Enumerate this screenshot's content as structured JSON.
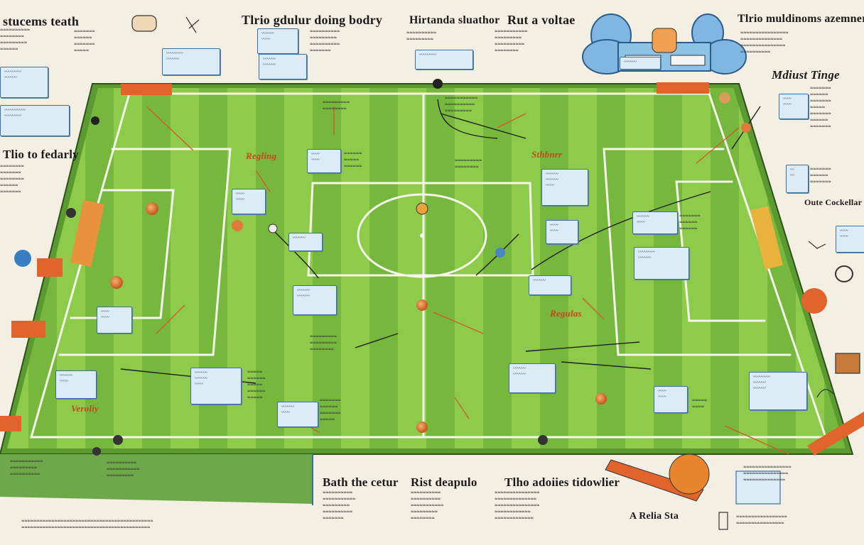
{
  "headings": {
    "top_left": "stucems teath",
    "top_center_left": "Tlrio gdulur doing bodry",
    "top_center": "Hirtanda sluathor",
    "top_center_right": "Rut a voltae",
    "top_right": "Tlrio muldinoms azemner",
    "right_upper": "Mdiust Tinge",
    "left_mid": "Tlio to fedarly",
    "bottom_left_center": "Bath the cetur",
    "bottom_center": "Rist deapulo",
    "bottom_center_right": "Tlho adoiies tidowlier",
    "right_mid": "Oute Cockellar fed",
    "bottom_right_small": "A Relia Sta"
  },
  "field_labels": {
    "left_box": "Regling",
    "right_box": "Sthbnrr",
    "right_lower": "Regulas",
    "left_lower": "Veroliy"
  },
  "colors": {
    "paper": "#f4efe3",
    "grass_light": "#8fcb4a",
    "grass_dark": "#6fb23a",
    "line": "#f5f5ea",
    "note_fill": "#dcecf7",
    "note_border": "#3a6fa8",
    "accent_orange": "#e2642d",
    "ink": "#1b1b1b"
  }
}
